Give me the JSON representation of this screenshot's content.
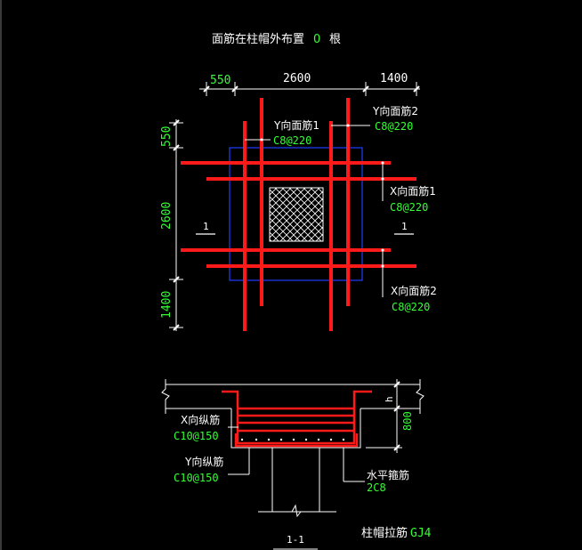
{
  "header": {
    "title_prefix": "面筋在柱帽外布置",
    "count": "0",
    "title_suffix": "根"
  },
  "plan": {
    "top_dims": [
      "550",
      "2600",
      "1400"
    ],
    "left_dims": [
      "550",
      "2600",
      "1400"
    ],
    "section_mark": "1",
    "y_bar1": {
      "name": "Y向面筋1",
      "spec": "C8@220"
    },
    "y_bar2": {
      "name": "Y向面筋2",
      "spec": "C8@220"
    },
    "x_bar1": {
      "name": "X向面筋1",
      "spec": "C8@220"
    },
    "x_bar2": {
      "name": "X向面筋2",
      "spec": "C8@220"
    }
  },
  "section": {
    "height_symbol": "h",
    "height_dim": "800",
    "x_long": {
      "name": "X向纵筋",
      "spec": "C10@150"
    },
    "y_long": {
      "name": "Y向纵筋",
      "spec": "C10@150"
    },
    "stirrup": {
      "name": "水平箍筋",
      "spec": "2C8"
    },
    "title": "1-1"
  },
  "footer": {
    "label": "柱帽拉筋",
    "code": "GJ4"
  },
  "colors": {
    "background": "#000000",
    "text": "#ffffff",
    "spec_text": "#33ff33",
    "rebar": "#ff1a1a",
    "outline": "#1f3fff",
    "line": "#ffffff"
  }
}
